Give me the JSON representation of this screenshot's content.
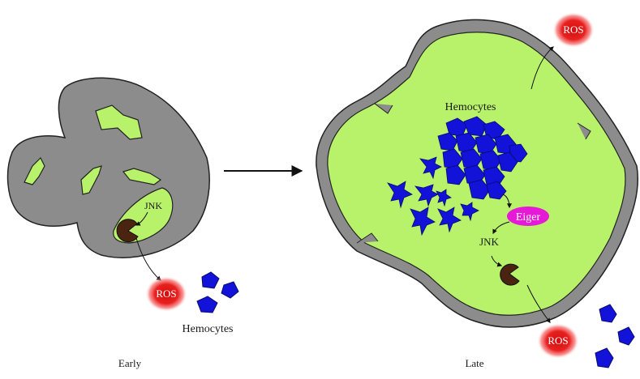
{
  "diagram": {
    "early_panel": {
      "caption": "Early",
      "jnk_label": "JNK",
      "ros_label": "ROS",
      "hemocytes_label": "Hemocytes"
    },
    "late_panel": {
      "caption": "Late",
      "hemocytes_label": "Hemocytes",
      "eiger_label": "Eiger",
      "jnk_label": "JNK",
      "ros_top_label": "ROS",
      "ros_bottom_label": "ROS"
    }
  },
  "colors": {
    "tissue_gray": "#8c8c8c",
    "tumor_green": "#b8f26a",
    "hemocyte_blue": "#1212d8",
    "ros_red": "#e01818",
    "eiger_magenta": "#e619d6",
    "pacman_brown": "#4a2410"
  }
}
